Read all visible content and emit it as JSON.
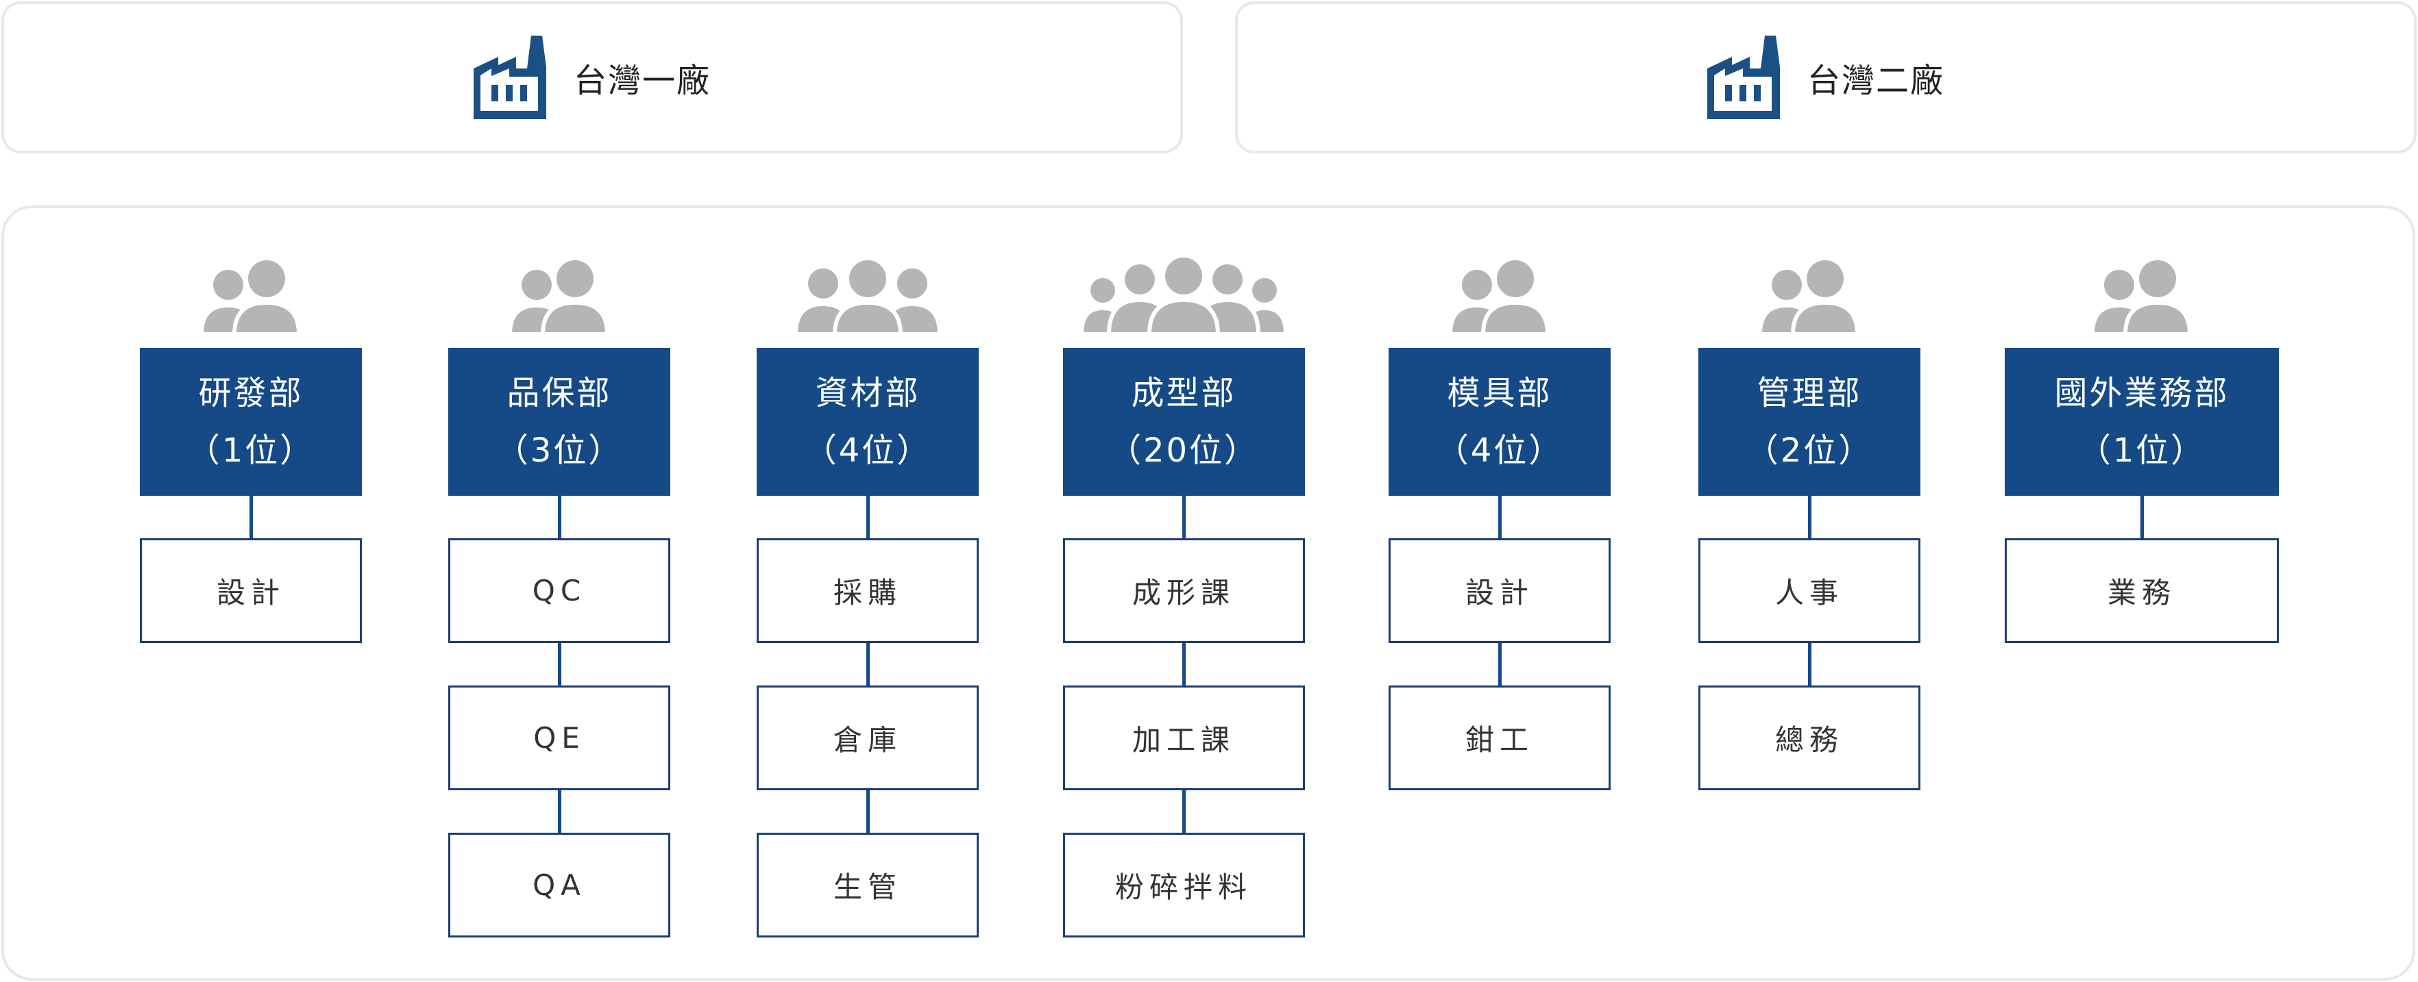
{
  "factories": [
    {
      "name": "台灣一廠",
      "icon": "factory-icon"
    },
    {
      "name": "台灣二廠",
      "icon": "factory-icon"
    }
  ],
  "colors": {
    "accent": "#154a87",
    "icon_gray": "#b5b5b5",
    "border": "#e8e8e8"
  },
  "departments": [
    {
      "name": "研發部",
      "count": "（1位）",
      "icon": "people-2-icon",
      "children": [
        "設計"
      ]
    },
    {
      "name": "品保部",
      "count": "（3位）",
      "icon": "people-2-icon",
      "children": [
        "QC",
        "QE",
        "QA"
      ]
    },
    {
      "name": "資材部",
      "count": "（4位）",
      "icon": "people-3-icon",
      "children": [
        "採購",
        "倉庫",
        "生管"
      ]
    },
    {
      "name": "成型部",
      "count": "（20位）",
      "icon": "people-5-icon",
      "children": [
        "成形課",
        "加工課",
        "粉碎拌料"
      ]
    },
    {
      "name": "模具部",
      "count": "（4位）",
      "icon": "people-2-icon",
      "children": [
        "設計",
        "鉗工"
      ]
    },
    {
      "name": "管理部",
      "count": "（2位）",
      "icon": "people-2-icon",
      "children": [
        "人事",
        "總務"
      ]
    },
    {
      "name": "國外業務部",
      "count": "（1位）",
      "icon": "people-2-icon",
      "children": [
        "業務"
      ]
    }
  ]
}
